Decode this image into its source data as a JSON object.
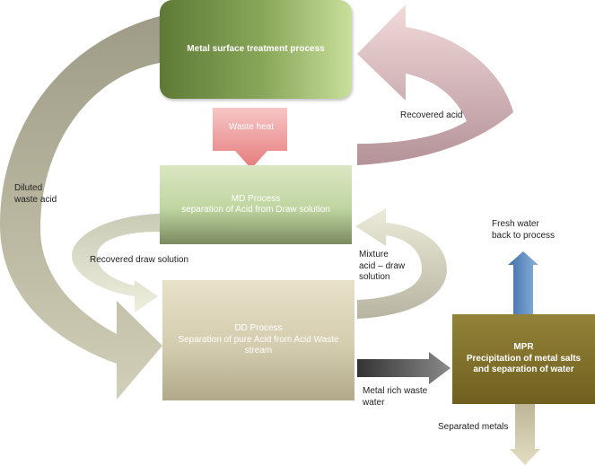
{
  "processes": {
    "metal_surface": "Metal surface treatment process",
    "md": "MD Process\nseparation of Acid from Draw solution",
    "dd": "DD Process\nSeparation of pure Acid from Acid Waste\nstream",
    "mpr": "MPR\nPrecipitation of metal salts\nand separation of  water"
  },
  "flows": {
    "waste_heat": "Waste heat",
    "recovered_acid": "Recovered acid",
    "diluted_waste_acid": "Diluted\nwaste  acid",
    "recovered_draw_solution": "Recovered draw solution",
    "mixture": "Mixture\nacid – draw\n solution",
    "fresh_water": "Fresh water\nback to process",
    "metal_rich": "Metal rich waste\nwater",
    "separated_metals": "Separated metals"
  },
  "colors": {
    "metal_box": "#8aa85a",
    "md_box": "#bfd5a0",
    "dd_box": "#d4ccae",
    "mpr_box": "#7e6f2a",
    "recovered_acid_arrow": "#c9a2a6",
    "waste_heat_arrow": "#ef9a9a",
    "diluted_acid_arrow": "#b5b29a",
    "fresh_water_arrow": "#4f7fb8",
    "metal_rich_arrow": "#555555",
    "separated_metals_arrow": "#cfc8a8"
  }
}
